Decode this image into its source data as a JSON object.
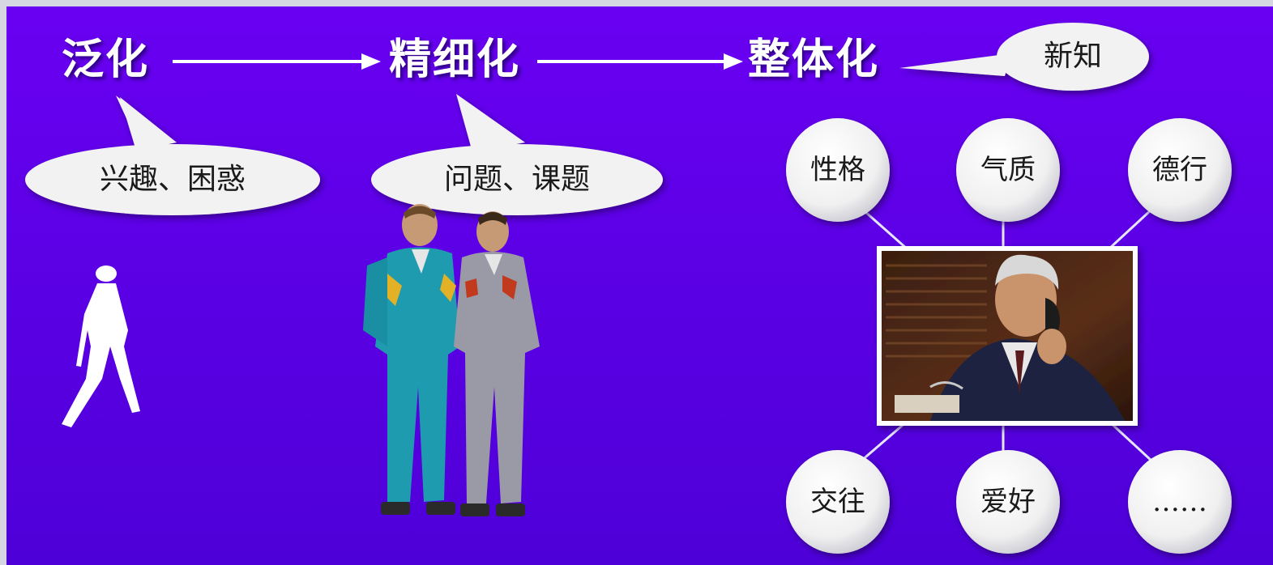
{
  "stages": [
    {
      "id": "fanhua",
      "label": "泛化"
    },
    {
      "id": "jingxihua",
      "label": "精细化"
    },
    {
      "id": "zhengtihua",
      "label": "整体化"
    }
  ],
  "bubbles": {
    "interest_confusion": "兴趣、困惑",
    "problem_topic": "问题、课题",
    "new_knowledge": "新知"
  },
  "nodes": {
    "xingge": "性格",
    "qizhi": "气质",
    "dexing": "德行",
    "jiaowang": "交往",
    "aihao": "爱好",
    "more": "……"
  },
  "colors": {
    "background_top": "#6a00f2",
    "background_bottom": "#4e00d8",
    "bubble_fill": "#f2f2f2",
    "connector": "#e6e6ff"
  }
}
